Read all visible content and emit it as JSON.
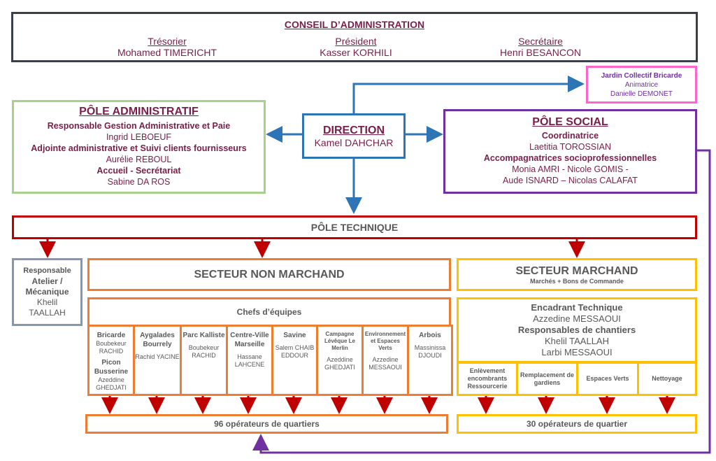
{
  "colors": {
    "board": "#3a3f4a",
    "admin": "#a9d18e",
    "direction": "#2e75b6",
    "social": "#7030a0",
    "technique": "#c00000",
    "non_marchand": "#ed7d31",
    "marchand": "#ffc000",
    "jardin": "#ff66cc",
    "atelier": "#8497b0"
  },
  "conseil": {
    "title": "CONSEIL D’ADMINISTRATION",
    "members": [
      {
        "role": "Trésorier",
        "name": "Mohamed TIMERICHT"
      },
      {
        "role": "Président",
        "name": "Kasser KORHILI"
      },
      {
        "role": "Secrétaire",
        "name": "Henri BESANCON"
      }
    ]
  },
  "jardin": {
    "title": "Jardin Collectif Bricarde",
    "role": "Animatrice",
    "name": "Danielle DEMONET"
  },
  "admin": {
    "title": "PÔLE ADMINISTRATIF",
    "r1": "Responsable Gestion Administrative et Paie",
    "n1": "Ingrid LEBOEUF",
    "r2": "Adjointe administrative et Suivi clients fournisseurs",
    "n2": "Aurélie REBOUL",
    "r3": "Accueil - Secrétariat",
    "n3": "Sabine DA ROS"
  },
  "direction": {
    "title": "DIRECTION",
    "name": "Kamel DAHCHAR"
  },
  "social": {
    "title": "PÔLE SOCIAL",
    "r1": "Coordinatrice",
    "n1": "Laetitia TOROSSIAN",
    "r2": "Accompagnatrices socioprofessionnelles",
    "n2": "Monia AMRI - Nicole GOMIS -",
    "n3": "Aude ISNARD – Nicolas CALAFAT"
  },
  "technique": {
    "title": "PÔLE  TECHNIQUE"
  },
  "atelier": {
    "r1": "Responsable",
    "r2": "Atelier /",
    "r3": "Mécanique",
    "n1": "Khelil",
    "n2": "TAALLAH"
  },
  "non_marchand": {
    "title": "SECTEUR NON MARCHAND",
    "chefs": "Chefs d’équipes",
    "ops": "96 opérateurs de quartiers",
    "sites": [
      {
        "t": "Bricarde",
        "n": "Boubekeur RACHID",
        "t2": "Picon Busserine",
        "n2": "Azeddine GHEDJATI"
      },
      {
        "t": "Aygalades Bourrely",
        "n": "Rachid YACINE"
      },
      {
        "t": "Parc Kalliste",
        "n": "Boubekeur RACHID"
      },
      {
        "t": "Centre-Ville Marseille",
        "n": "Hassane LAHCENE"
      },
      {
        "t": "Savine",
        "n": "Salem CHAIB EDDOUR"
      },
      {
        "t": "Campagne Lévêque Le Merlin",
        "n": "Azeddine GHEDJATI"
      },
      {
        "t": "Environnement et Espaces Verts",
        "n": "Azzedine MESSAOUI"
      },
      {
        "t": "Arbois",
        "n": "Massinissa DJOUDI"
      }
    ]
  },
  "marchand": {
    "title": "SECTEUR MARCHAND",
    "subtitle": "Marchés + Bons de Commande",
    "r1": "Encadrant Technique",
    "n1": "Azzedine MESSAOUI",
    "r2": "Responsables de chantiers",
    "n2": "Khelil TAALLAH",
    "n3": "Larbi MESSAOUI",
    "ops": "30 opérateurs de quartier",
    "activities": [
      "Enlèvement encombrants Ressourcerie",
      "Remplacement de gardiens",
      "Espaces Verts",
      "Nettoyage"
    ]
  }
}
